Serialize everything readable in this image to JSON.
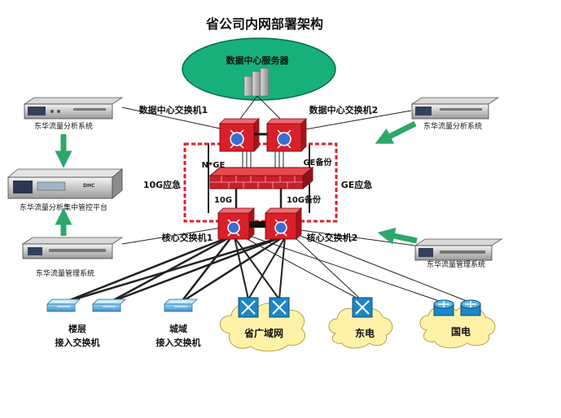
{
  "title": "省公司内网部署架构",
  "datacenter": {
    "label": "数据中心服务器"
  },
  "switches": {
    "dc_switch_1": "数据中心交换机1",
    "dc_switch_2": "数据中心交换机2",
    "core_switch_1": "核心交换机1",
    "core_switch_2": "核心交换机2"
  },
  "links": {
    "nxge": "N*GE",
    "ge_backup_top": "GE备份",
    "tenG_backup_left": "10G应急",
    "ge_backup_right": "GE应急",
    "tenG": "10G",
    "tenG_backup": "10G备份"
  },
  "appliances": {
    "analysis_left": "东华流量分析系统",
    "analysis_right": "东华流量分析系统",
    "central_platform": "东华流量分析集中管控平台",
    "mgmt_left": "东华流量管理系统",
    "mgmt_right": "东华流量管理系统",
    "device_brand": "DHC"
  },
  "access": {
    "floor_line1": "楼层",
    "floor_line2": "接入交换机",
    "city_line1": "城域",
    "city_line2": "接入交换机"
  },
  "clouds": {
    "province_wan": "省广域网",
    "dongdian": "东电",
    "guodian": "国电"
  },
  "colors": {
    "ellipse": "#17b07a",
    "switch": "#d9202a",
    "firewall": "#c8202a",
    "arrow": "#2ca86a",
    "cloud": "#fff2a8",
    "router": "#1b87c8",
    "dashed_box": "#e11d2a"
  }
}
